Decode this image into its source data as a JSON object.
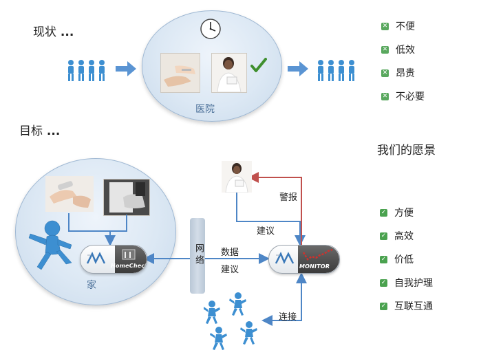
{
  "top": {
    "heading": "现状",
    "hospital_label": "医院",
    "problems": [
      "不便",
      "低效",
      "昂贵",
      "不必要"
    ]
  },
  "bottom": {
    "heading": "目标",
    "vision_title": "我们的愿景",
    "home_label": "家",
    "network_label": "网络",
    "data_label": "数据",
    "advice_label_middle": "建议",
    "advice_label_upper": "建议",
    "alarm_label": "警报",
    "connect_label": "连接",
    "device_home": "HomeCheck",
    "device_monitor": "MONITOR",
    "benefits": [
      "方便",
      "高效",
      "价低",
      "自我护理",
      "互联互通"
    ]
  },
  "colors": {
    "arrow_blue": "#4e86c6",
    "line_red": "#c0504d",
    "figure_blue": "#3d8fd1",
    "check_green": "#3f8f2e"
  },
  "icons": {
    "clock": "clock-icon",
    "check": "checkmark-icon",
    "ellipsis": "ellipsis-icon"
  }
}
